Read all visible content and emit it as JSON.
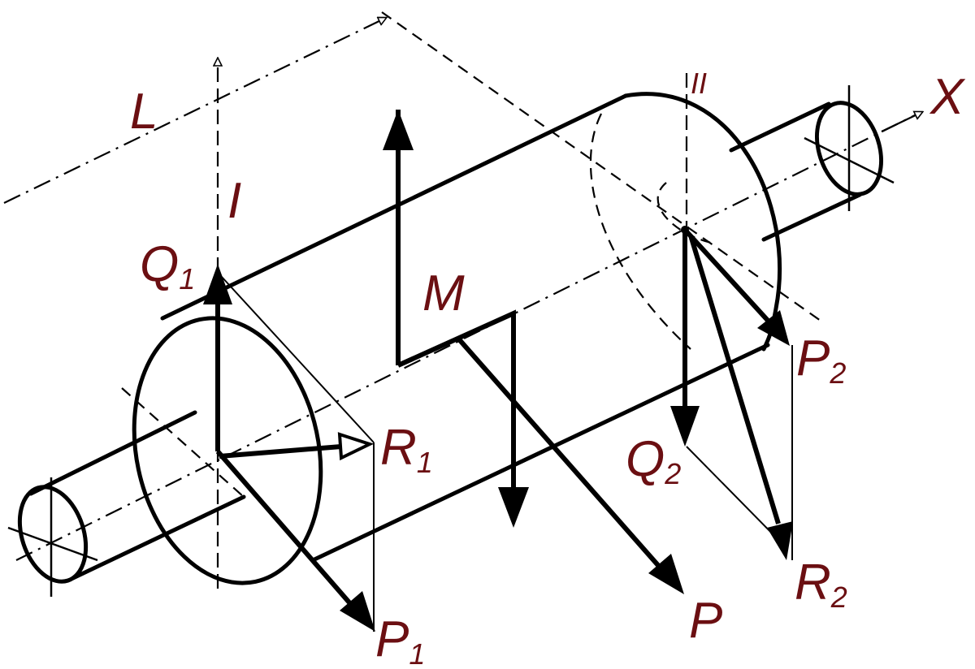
{
  "labels": {
    "x_axis": "X",
    "length": "L",
    "plane_1": "I",
    "plane_2": "II",
    "moment": "M",
    "load": "P",
    "p1": {
      "main": "P",
      "sub": "1"
    },
    "p2": {
      "main": "P",
      "sub": "2"
    },
    "q1": {
      "main": "Q",
      "sub": "1"
    },
    "q2": {
      "main": "Q",
      "sub": "2"
    },
    "r1": {
      "main": "R",
      "sub": "1"
    },
    "r2": {
      "main": "R",
      "sub": "2"
    }
  },
  "colors": {
    "line": "#000000",
    "label": "#6b0f12",
    "background": "#ffffff"
  }
}
